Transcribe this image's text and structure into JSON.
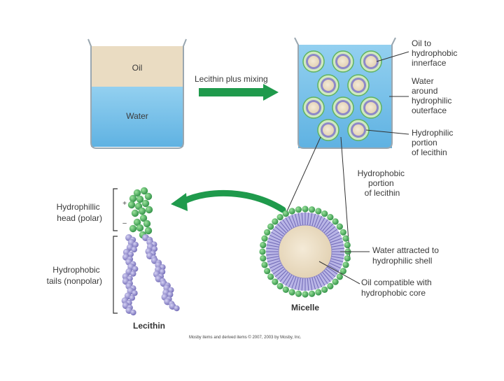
{
  "beaker_left": {
    "oil": "Oil",
    "water": "Water"
  },
  "arrow_label": "Lecithin plus mixing",
  "right_labels": {
    "oil_interface": [
      "Oil to",
      "hydrophobic",
      "innerface"
    ],
    "water_interface": [
      "Water",
      "around",
      "hydrophilic",
      "outerface"
    ],
    "hydrophilic_portion": [
      "Hydrophilic",
      "portion",
      "of lecithin"
    ],
    "hydrophobic_portion": [
      "Hydrophobic",
      "portion",
      "of lecithin"
    ]
  },
  "micelle": {
    "title": "Micelle",
    "water_label": [
      "Water attracted to",
      "hydrophilic shell"
    ],
    "oil_label": [
      "Oil compatible with",
      "hydrophobic core"
    ]
  },
  "lecithin": {
    "title": "Lecithin",
    "head_label": [
      "Hydrophillic",
      "head (polar)"
    ],
    "tail_label": [
      "Hydrophobic",
      "tails (nonpolar)"
    ],
    "plus": "+",
    "minus": "–"
  },
  "credit": "Mosby items and derived items © 2007, 2003 by Mosby, Inc.",
  "colors": {
    "oil": "#eadcc2",
    "water": "#7cc4ea",
    "arrow": "#1f9a4c",
    "head": "#3fae5a",
    "tail": "#8a84c9",
    "shell": "#a6d08a"
  }
}
